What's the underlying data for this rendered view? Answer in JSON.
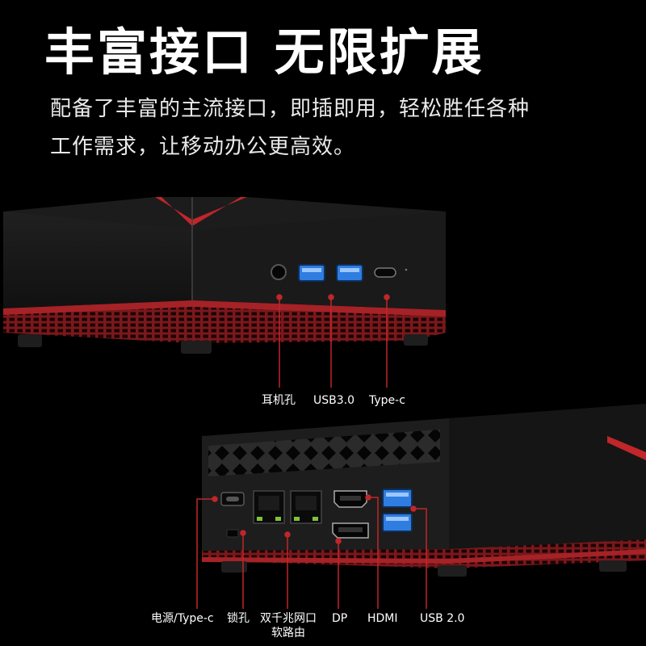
{
  "headline": "丰富接口 无限扩展",
  "description_lines": [
    "配备了丰富的主流接口，即插即用，轻松胜任各种",
    "工作需求，让移动办公更高效。"
  ],
  "front_ports": {
    "headphone": "耳机孔",
    "usb3": "USB3.0",
    "typec": "Type-c"
  },
  "rear_ports": {
    "power_typec": "电源/Type-c",
    "lock": "锁孔",
    "lan_line1": "双千兆网口",
    "lan_line2": "软路由",
    "dp": "DP",
    "hdmi": "HDMI",
    "usb2": "USB 2.0"
  },
  "colors": {
    "accent_red": "#c0262a",
    "base_red": "#8e1c1f",
    "usb3_blue": "#2f7de0",
    "led_green": "#7ec23a",
    "label_white": "#ffffff"
  }
}
